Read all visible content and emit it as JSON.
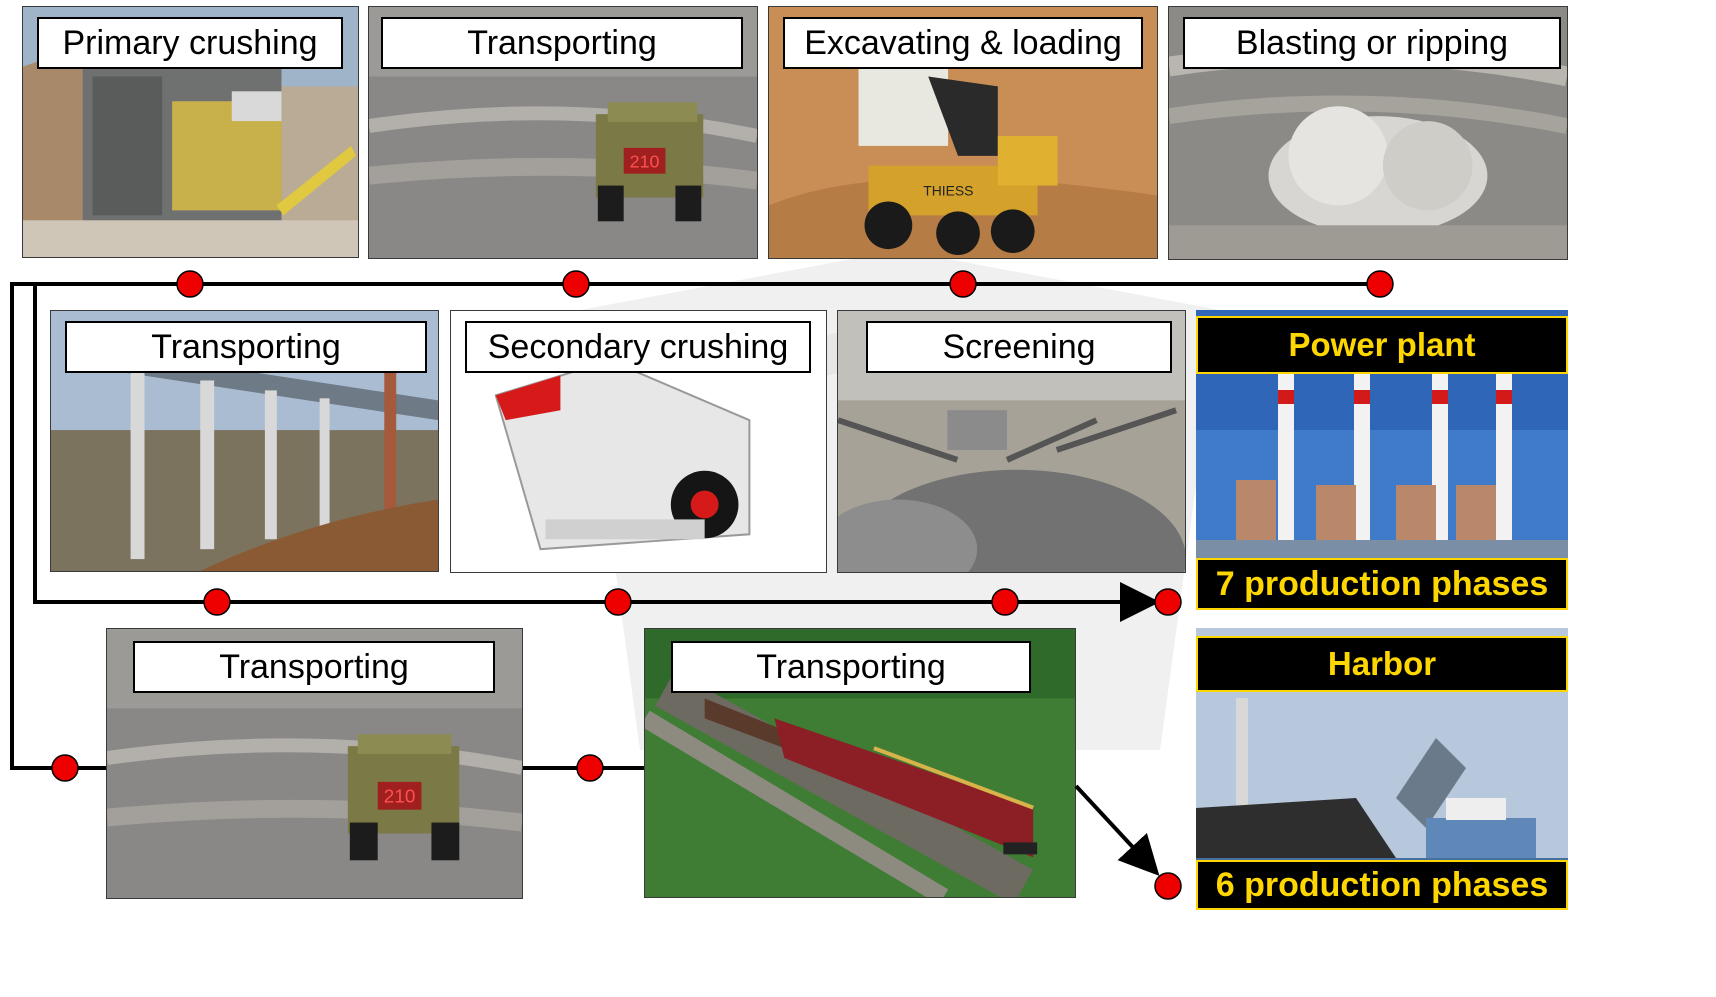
{
  "steps_row1": [
    {
      "label": "Primary crushing",
      "scene": "crushing-plant"
    },
    {
      "label": "Transporting",
      "scene": "haul-truck-road"
    },
    {
      "label": "Excavating & loading",
      "scene": "excavator-loading"
    },
    {
      "label": "Blasting or ripping",
      "scene": "blast"
    }
  ],
  "steps_row2": [
    {
      "label": "Transporting",
      "scene": "conveyor-bridge"
    },
    {
      "label": "Secondary crushing",
      "scene": "impact-crusher"
    },
    {
      "label": "Screening",
      "scene": "screening-plant"
    }
  ],
  "steps_row3": [
    {
      "label": "Transporting",
      "scene": "haul-truck-road"
    },
    {
      "label": "Transporting",
      "scene": "freight-train"
    }
  ],
  "truck_number": "210",
  "truck_brand": "THIESS",
  "destinations": [
    {
      "title": "Power plant",
      "phases": "7 production phases",
      "scene": "power-plant-stacks"
    },
    {
      "title": "Harbor",
      "phases": "6 production phases",
      "scene": "harbor-cranes"
    }
  ],
  "colors": {
    "node": "#ee0000",
    "line": "#000000",
    "dest_text": "#ffd700",
    "dest_bg": "#000000"
  }
}
